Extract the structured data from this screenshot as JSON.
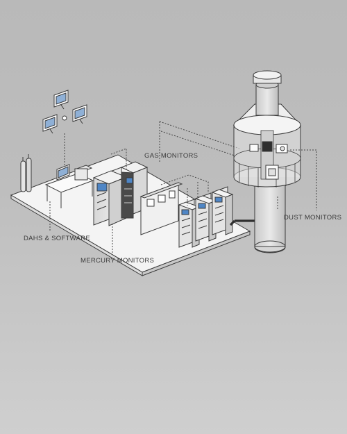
{
  "labels": {
    "gas_monitors": "GAS MONITORS",
    "dahs_software": "DAHS & SOFTWARE",
    "mercury_monitors": "MERCURY MONITORS",
    "dust_monitors": "DUST MONITORS"
  },
  "colors": {
    "background_top": "#b9b9b9",
    "background_bottom": "#cfcfcf",
    "platform": "#f4f4f4",
    "outline": "#3a3a3a",
    "screen_blue": "#4f86c6",
    "pipe": "#2f2f2f"
  }
}
